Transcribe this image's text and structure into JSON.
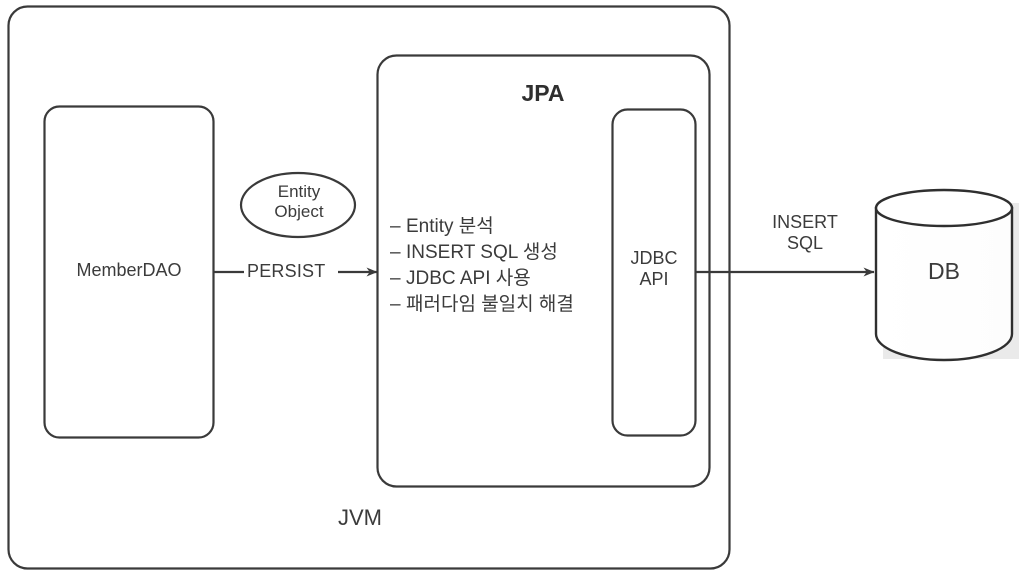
{
  "diagram": {
    "title_outer": "JVM",
    "jpa": {
      "title": "JPA",
      "bullets": [
        "Entity 분석",
        "INSERT SQL 생성",
        "JDBC API 사용",
        "패러다임 불일치 해결"
      ],
      "bullet_marker": "–"
    },
    "member_dao": {
      "label": "MemberDAO"
    },
    "entity_object": {
      "line1": "Entity",
      "line2": "Object"
    },
    "persist_edge": {
      "label": "PERSIST"
    },
    "jdbc_api": {
      "line1": "JDBC",
      "line2": "API"
    },
    "insert_sql_edge": {
      "line1": "INSERT",
      "line2": "SQL"
    },
    "database": {
      "label": "DB"
    },
    "colors": {
      "stroke": "#3a3a3a",
      "text": "#3b3b3b",
      "background": "#ffffff",
      "shadow": "#cccccc"
    }
  }
}
